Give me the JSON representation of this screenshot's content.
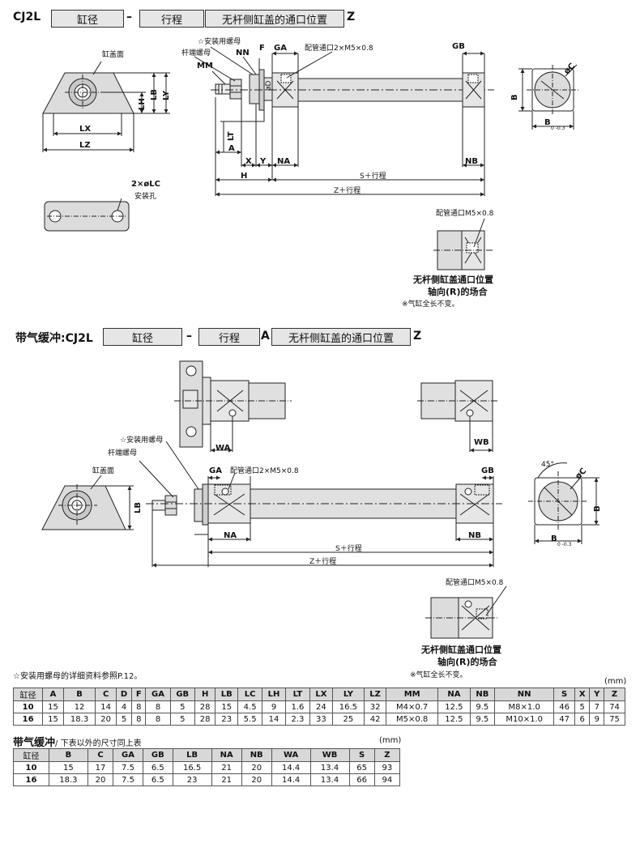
{
  "header1": {
    "model": "CJ2L",
    "bore_box": "缸径",
    "dash": "–",
    "stroke_box": "行程",
    "port_box": "无杆侧缸盖的通口位置",
    "suffix": "Z"
  },
  "header2": {
    "prefix": "带气缓冲:CJ2L",
    "bore_box": "缸径",
    "dash": "–",
    "stroke_box": "行程",
    "mid": "A",
    "port_box": "无杆侧缸盖的通口位置",
    "suffix": "Z"
  },
  "drawing1": {
    "labels": {
      "cover_face": "缸盖面",
      "mount_nut": "☆安装用螺母",
      "rod_nut": "杆端螺母",
      "mm": "MM",
      "nn": "NN",
      "f": "F",
      "ga": "GA",
      "gb": "GB",
      "port": "配管通口2×M5×0.8",
      "lh": "LH",
      "lb": "LB",
      "ly": "LY",
      "lx": "LX",
      "lz": "LZ",
      "lt": "LT",
      "d": "øD",
      "a": "A",
      "x": "X",
      "y": "Y",
      "h": "H",
      "na": "NA",
      "nb": "NB",
      "s": "S＋行程",
      "z": "Z＋行程",
      "c": "øC",
      "b1": "B",
      "b_tol": "0 -0.3",
      "lc": "2×øLC",
      "lc_hole": "安装孔",
      "axial_port": "配管通口M5×0.8",
      "axial_caption1": "无杆侧缸盖通口位置",
      "axial_caption2": "轴向(R)的场合",
      "axial_note": "※气缸全长不变。"
    }
  },
  "drawing2": {
    "labels": {
      "cover_face": "缸盖面",
      "mount_nut": "☆安装用螺母",
      "rod_nut": "杆端螺母",
      "ga": "GA",
      "gb": "GB",
      "port": "配管通口2×M5×0.8",
      "lb": "LB",
      "wa": "WA",
      "wb": "WB",
      "na": "NA",
      "nb": "NB",
      "s": "S＋行程",
      "z": "Z＋行程",
      "angle": "45°",
      "c": "øC",
      "b": "B",
      "b_tol": "0 -0.3",
      "axial_port": "配管通口M5×0.8",
      "axial_caption1": "无杆侧缸盖通口位置",
      "axial_caption2": "轴向(R)的场合",
      "axial_note": "※气缸全长不变。"
    }
  },
  "notes": {
    "mount_nut_ref": "☆安装用螺母的详细资料参照P.12。",
    "unit1": "(mm)",
    "cushion_title": "带气缓冲",
    "cushion_sub": "/ 下表以外的尺寸同上表",
    "unit2": "(mm)"
  },
  "table1": {
    "headers": [
      "缸径",
      "A",
      "B",
      "C",
      "D",
      "F",
      "GA",
      "GB",
      "H",
      "LB",
      "LC",
      "LH",
      "LT",
      "LX",
      "LY",
      "LZ",
      "MM",
      "NA",
      "NB",
      "NN",
      "S",
      "X",
      "Y",
      "Z"
    ],
    "rows": [
      [
        "10",
        "15",
        "12",
        "14",
        "4",
        "8",
        "8",
        "5",
        "28",
        "15",
        "4.5",
        "9",
        "1.6",
        "24",
        "16.5",
        "32",
        "M4×0.7",
        "12.5",
        "9.5",
        "M8×1.0",
        "46",
        "5",
        "7",
        "74"
      ],
      [
        "16",
        "15",
        "18.3",
        "20",
        "5",
        "8",
        "8",
        "5",
        "28",
        "23",
        "5.5",
        "14",
        "2.3",
        "33",
        "25",
        "42",
        "M5×0.8",
        "12.5",
        "9.5",
        "M10×1.0",
        "47",
        "6",
        "9",
        "75"
      ]
    ]
  },
  "table2": {
    "headers": [
      "缸径",
      "B",
      "C",
      "GA",
      "GB",
      "LB",
      "NA",
      "NB",
      "WA",
      "WB",
      "S",
      "Z"
    ],
    "rows": [
      [
        "10",
        "15",
        "17",
        "7.5",
        "6.5",
        "16.5",
        "21",
        "20",
        "14.4",
        "13.4",
        "65",
        "93"
      ],
      [
        "16",
        "18.3",
        "20",
        "7.5",
        "6.5",
        "23",
        "21",
        "20",
        "14.4",
        "13.4",
        "66",
        "94"
      ]
    ]
  },
  "colors": {
    "header_box": "#e6e6e6",
    "cylinder": "#dcdcdc",
    "table_header": "#d8d8d8"
  }
}
